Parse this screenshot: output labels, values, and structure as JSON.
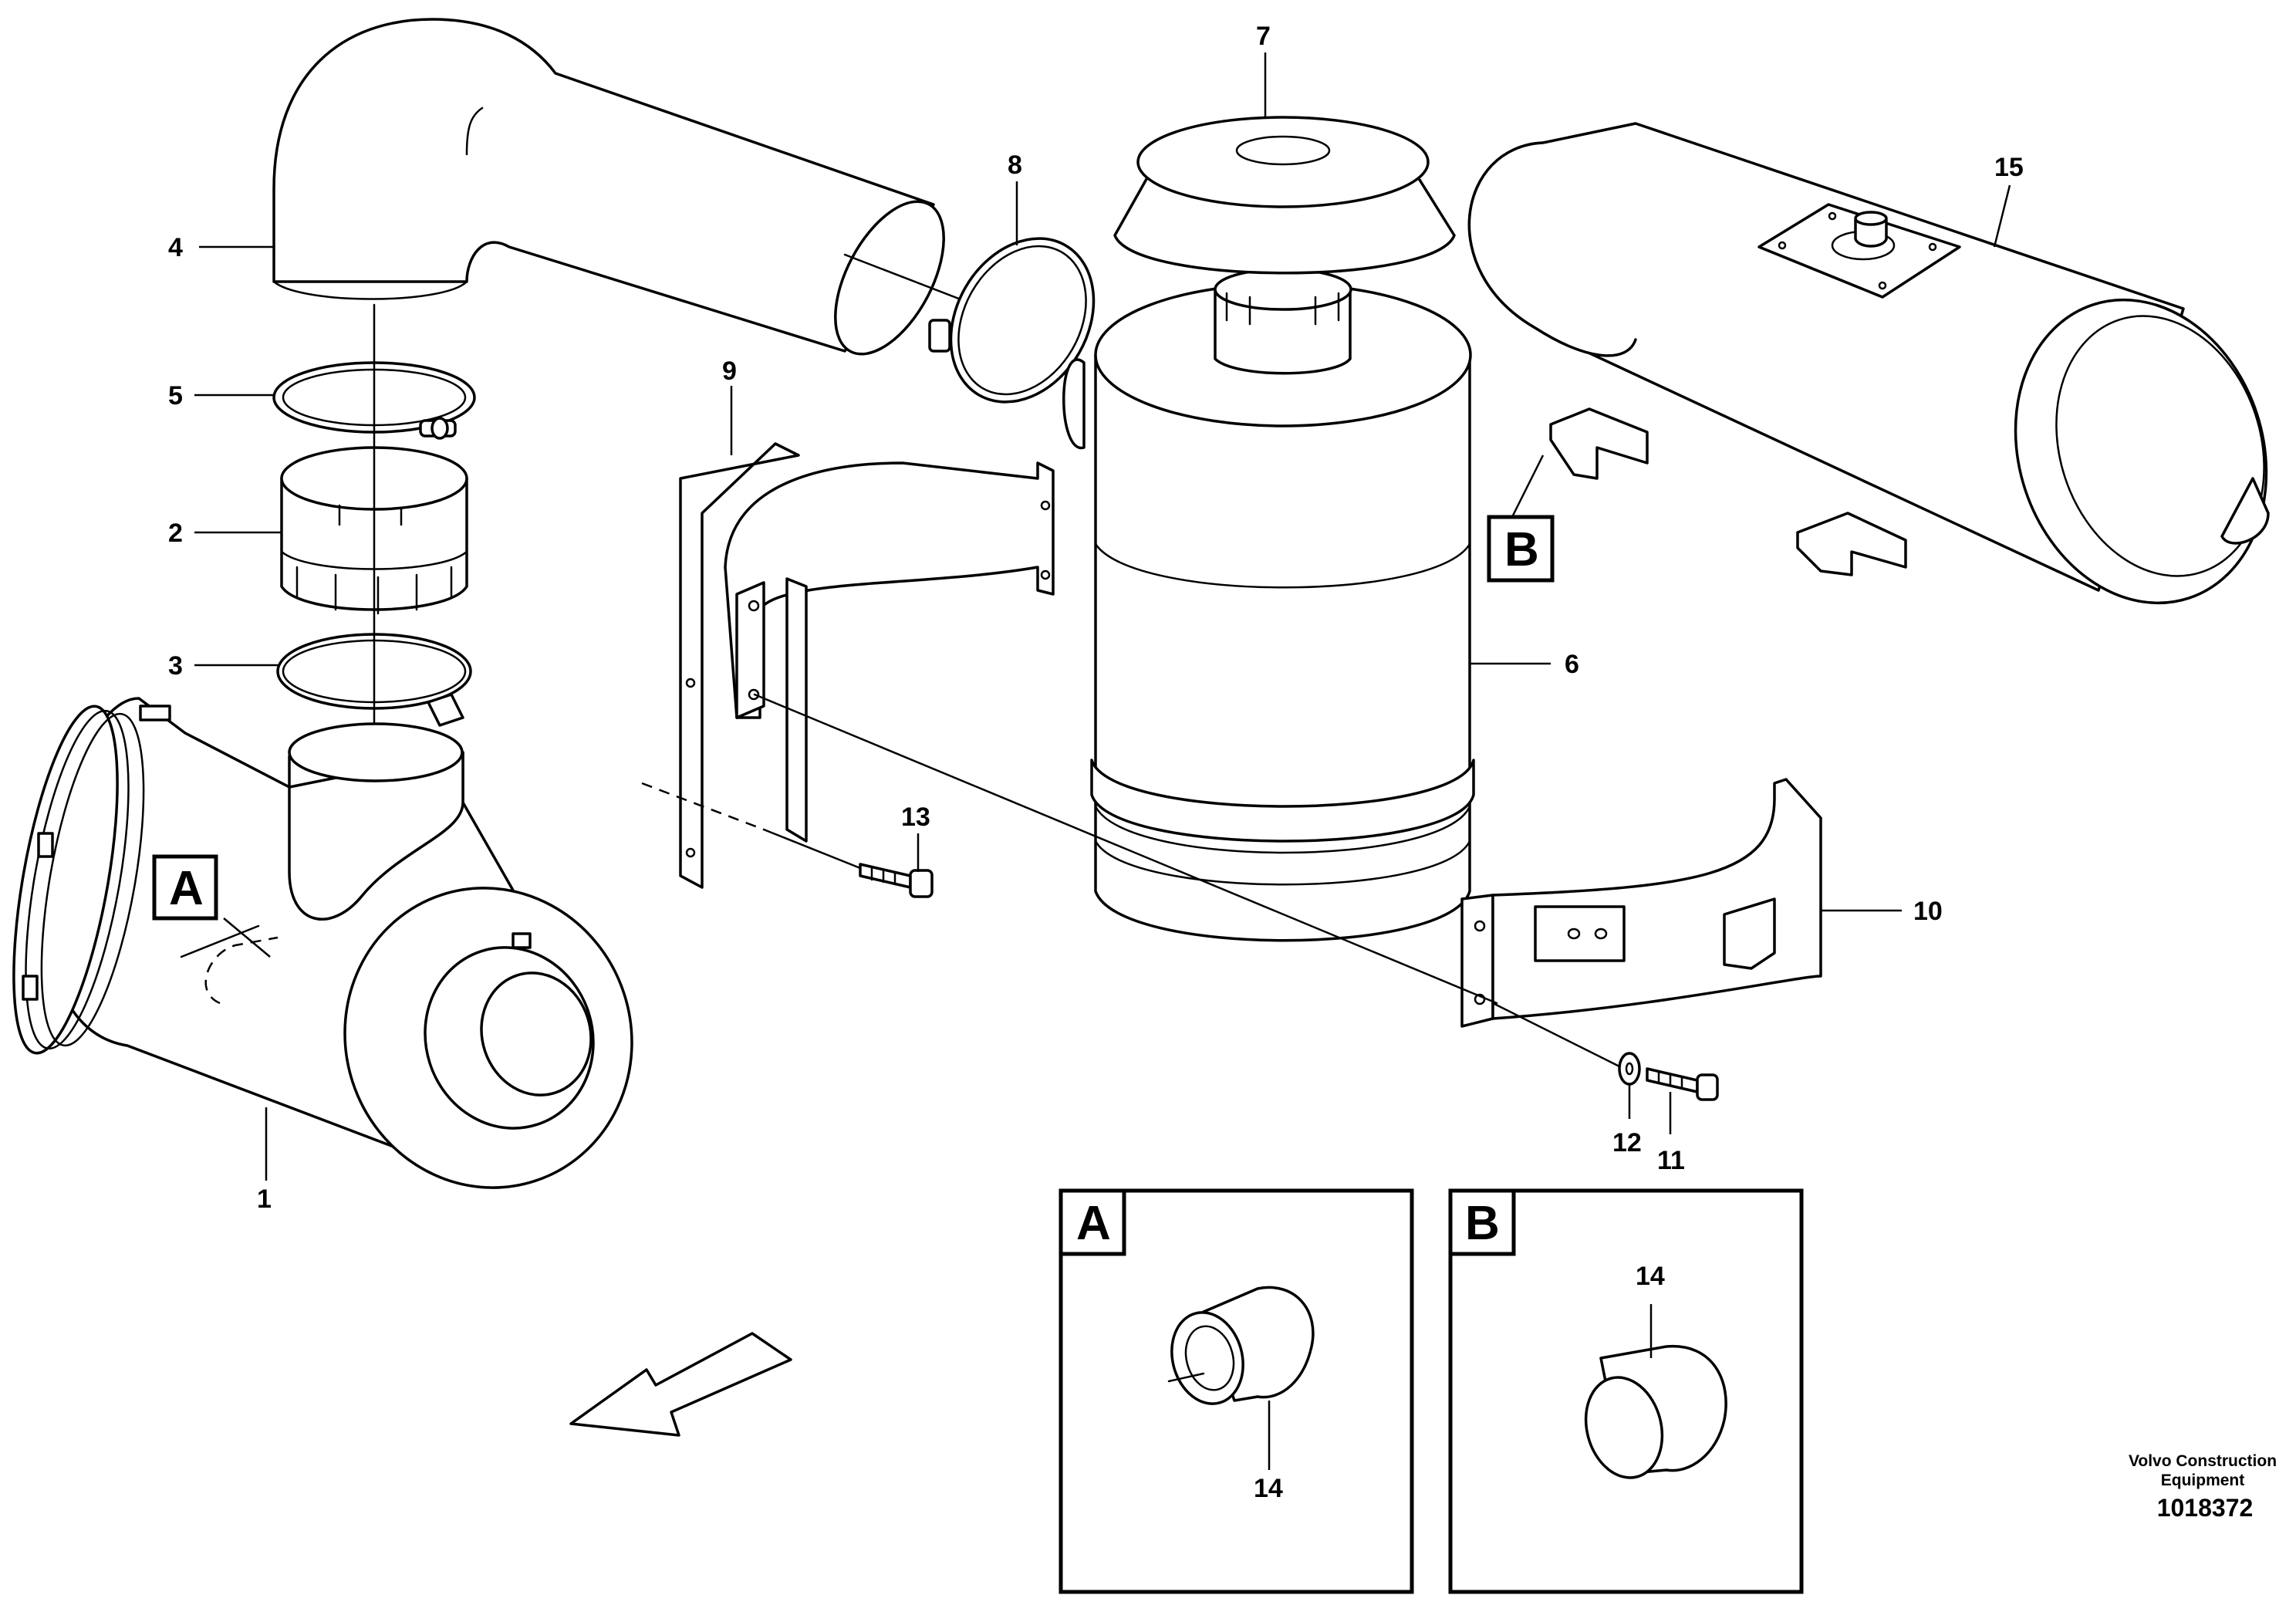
{
  "callouts": {
    "c1": "1",
    "c2": "2",
    "c3": "3",
    "c4": "4",
    "c5": "5",
    "c6": "6",
    "c7": "7",
    "c8": "8",
    "c9": "9",
    "c10": "10",
    "c11": "11",
    "c12": "12",
    "c13": "13",
    "c14_a": "14",
    "c14_b": "14",
    "c15": "15"
  },
  "view_markers": {
    "a": "A",
    "b": "B"
  },
  "detail_panels": {
    "a_title": "A",
    "b_title": "B"
  },
  "footer": {
    "company_line1": "Volvo Construction",
    "company_line2": "Equipment",
    "figure_number": "1018372"
  },
  "icons": {
    "direction": "forward-arrow-icon"
  }
}
